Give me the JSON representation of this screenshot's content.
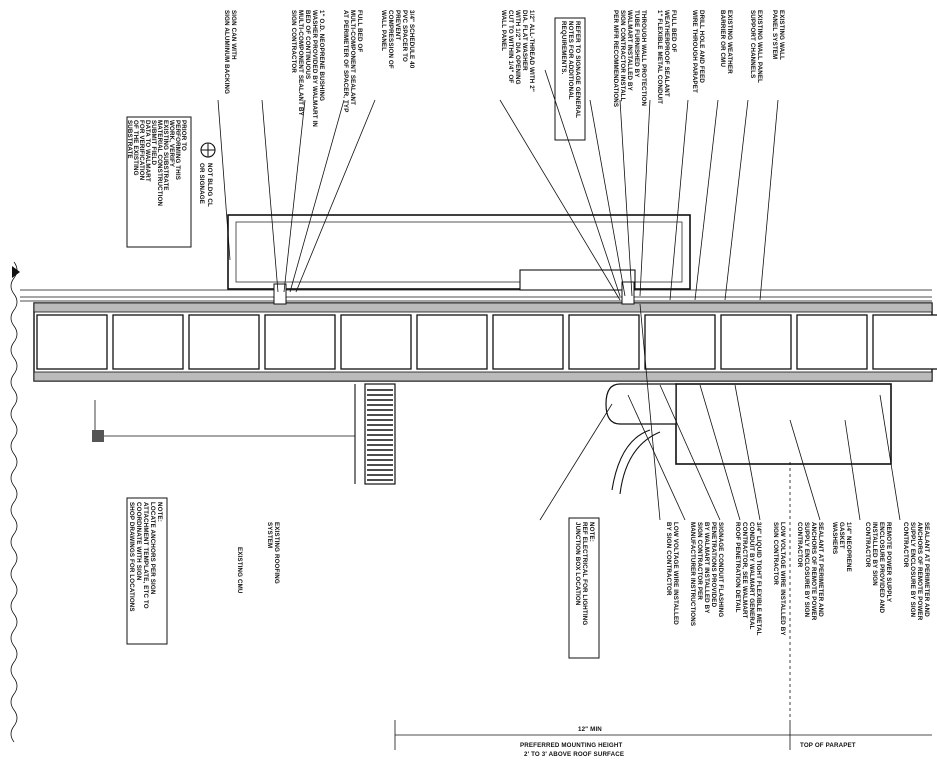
{
  "wall_leaders": [
    "EXISTING WALL",
    "PANEL SYSTEM",
    "EXISTING WALL PANEL",
    "SUPPORT CHANNELS",
    "EXISTING WEATHER",
    "BARRIER OR CMU",
    "DRILL HOLE AND FEED",
    "WIRE THROUGH PARAPET",
    "FULL BED OF",
    "WEATHERPROOF SEALANT",
    "1\" FLEXIBLE METAL CONDUIT",
    "THROUGH WALL PROTECTION",
    "TUBE FURNISHED BY",
    "WALMART INSTALLED BY",
    "SIGN CONTRACTOR INSTALL",
    "PER MFR RECOMMENDATIONS",
    "1/2\" ALL-THREAD WITH 2\"",
    "DIA. FLAT WASHER",
    "WITH 1/2\" DIA OPENING",
    "CUT TO WITHIN 1/4\" OF",
    "WALL PANEL",
    "FULL BED OF",
    "MULTI-COMPONENT SEALANT",
    "AT PERIMETER OF SPACER, TYP",
    "1\" O.D. NEOPRENE BUSHING",
    "WASHER PROVIDED BY WALMART IN",
    "BED OF CONTINUOUS",
    "MULTI-COMPONENT SEALANT BY",
    "SIGN CONTRACTOR",
    "3/4\" SCHEDULE 40",
    "PVC SPACER TO",
    "PREVENT",
    "COMPRESSION OF",
    "WALL PANEL",
    "SIGN CAN WITH",
    "SIGN ALUMINUM BACKING"
  ],
  "boxed_note_general": [
    "REFER TO SIGNAGE GENERAL",
    "NOTES FOR ADDITIONAL",
    "REQUIREMENTS."
  ],
  "centerline_label": [
    "NOT BLDG CL",
    "OR SIGNAGE"
  ],
  "boxed_note_prior": [
    "PRIOR TO",
    "PERFORMING THIS",
    "WORK, VERIFY",
    "EXISTING SUBSTRATE",
    "MATERIAL CONSTRUCTION",
    "SUBMIT FIELD",
    "DATA TO WALMART",
    "FOR VERIFICATION",
    "OF THE EXISTING",
    "SUBSTRATE"
  ],
  "lower_leaders": [
    "SEALANT AT PERIMETER AND",
    "ANCHORS OF REMOTE POWER",
    "SUPPLY ENCLOSURE BY SIGN",
    "CONTRACTOR",
    "REMOTE POWER SUPPLY",
    "ENCLOSURE PROVIDED AND",
    "INSTALLED BY SIGN",
    "CONTRACTOR",
    "1/4\" NEOPRENE",
    "GASKET",
    "WASHERS",
    "SEALANT AT PERIMETER AND",
    "ANCHORS OF REMOTE POWER",
    "SUPPLY ENCLOSURE BY SIGN",
    "CONTRACTOR",
    "LOW VOLTAGE WIRE INSTALLED BY",
    "SIGN CONTRACTOR",
    "3/4\" LIQUID TIGHT FLEXIBLE METAL",
    "CONDUIT BY WALMART GENERAL",
    "CONTRACTOR, SEE WALMART",
    "ROOF PENETRATION DETAIL",
    "SIGNAGE CONDUIT FLASHING",
    "PENETRATIONS PROVIDED",
    "BY WALMART INSTALLED BY",
    "SIGN CONTRACTOR PER",
    "MANUFACTURER INSTRUCTIONS",
    "LOW VOLTAGE WIRE INSTALLED",
    "BY SIGN CONTRACTOR"
  ],
  "boxed_note_junction": [
    "NOTE:",
    "REF ELECTRICAL FOR LIGHTING",
    "JUNCTION BOX LOCATION"
  ],
  "roof_labels": [
    "EXISTING ROOFING",
    "SYSTEM",
    "EXISTING CMU"
  ],
  "boxed_note_anchors": [
    "NOTE:",
    "LOCATE ANCHORS PER SIGN",
    "ATTACHMENT TEMPLATE, ETC TO",
    "COORDINATE WITH SIGN",
    "SHOP DRAWINGS FOR LOCATIONS"
  ],
  "dimension_value": "12\" MIN",
  "dimension_label": [
    "PREFERRED MOUNTING HEIGHT",
    "2' TO 3' ABOVE ROOF SURFACE"
  ],
  "top_of_parapet": "TOP OF PARAPET"
}
